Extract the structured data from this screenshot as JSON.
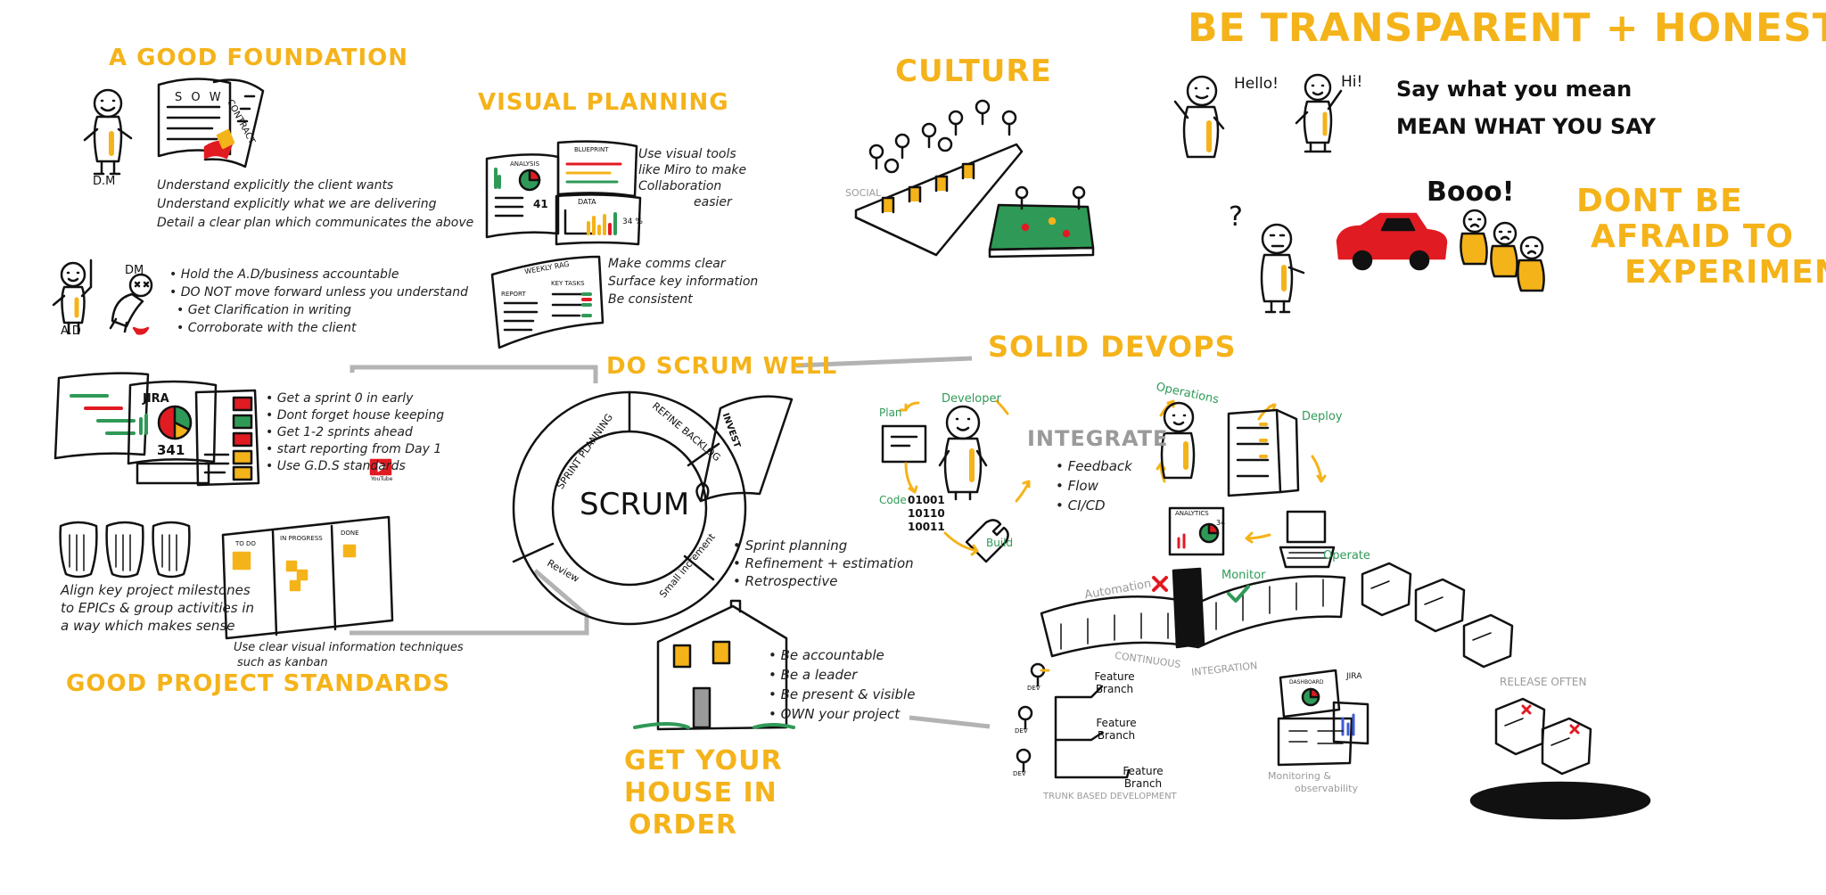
{
  "foundation": {
    "title": "A GOOD FOUNDATION",
    "sow_label": "S O W",
    "contract_label": "CONTRACT",
    "dm_label": "D.M",
    "lines": [
      "Understand explicitly the client wants",
      "Understand explicitly what we are delivering",
      "Detail a clear plan which communicates the above"
    ],
    "ad_label": "A.D",
    "dm_label_2": "DM",
    "bullets": [
      "• Hold the A.D/business accountable",
      "• DO NOT move forward unless you understand",
      "• Get Clarification in writing",
      "• Corroborate with the client"
    ]
  },
  "visual_planning": {
    "title": "VISUAL PLANNING",
    "analysis_label": "ANALYSIS",
    "blueprint_label": "BLUEPRINT",
    "data_label": "DATA",
    "num_41": "41",
    "pct_34": "34 %",
    "note1": [
      "Use visual tools",
      "like Miro to make",
      "Collaboration",
      "easier"
    ],
    "rag_label": "WEEKLY RAG",
    "report_label": "REPORT",
    "key_tasks_label": "KEY TASKS",
    "note2": [
      "Make comms clear",
      "Surface key information",
      "Be consistent"
    ]
  },
  "culture": {
    "title": "CULTURE",
    "social_label": "SOCIAL"
  },
  "transparent": {
    "title": "BE TRANSPARENT + HONEST",
    "hello": "Hello!",
    "hi": "Hi!",
    "line1": "Say what you mean",
    "line2": "MEAN WHAT YOU SAY"
  },
  "experiment": {
    "question": "?",
    "booo": "Booo!",
    "title_lines": [
      "DONT BE",
      "AFRAID TO",
      "EXPERIMENT"
    ]
  },
  "standards": {
    "title": "GOOD PROJECT STANDARDS",
    "jira_label": "JIRA",
    "num_341": "341",
    "bullets": [
      "• Get a sprint 0 in early",
      "• Dont forget house keeping",
      "• Get 1-2 sprints ahead",
      "• start reporting from Day 1",
      "• Use G.D.S standards"
    ],
    "youtube_label": "YouTube",
    "milestones": [
      "Align key project milestones",
      "to EPICs & group activities in",
      "a way which makes sense"
    ],
    "kanban_cols": [
      "TO DO",
      "IN PROGRESS",
      "DONE"
    ],
    "kanban_note": [
      "Use clear visual information techniques",
      "such as kanban"
    ]
  },
  "scrum": {
    "title": "DO SCRUM WELL",
    "center": "SCRUM",
    "segments": [
      "SPRINT PLANNING",
      "REFINE BACKLOG",
      "Small increment",
      "Review"
    ],
    "invest_label": "INVEST",
    "bullets": [
      "• Sprint planning",
      "• Refinement + estimation",
      "• Retrospective"
    ]
  },
  "house": {
    "title_lines": [
      "GET YOUR",
      "HOUSE IN",
      "ORDER"
    ],
    "bullets": [
      "• Be accountable",
      "• Be a leader",
      "• Be present & visible",
      "• OWN your project"
    ]
  },
  "devops": {
    "title": "SOLID DEVOPS",
    "plan": "Plan",
    "developer": "Developer",
    "code": "Code",
    "build": "Build",
    "binary_lines": [
      "01001",
      "10110",
      "10011"
    ],
    "integrate": "INTEGRATE",
    "integrate_bullets": [
      "• Feedback",
      "• Flow",
      "• CI/CD"
    ],
    "operations": "Operations",
    "deploy": "Deploy",
    "operate": "Operate",
    "analytics_label": "ANALYTICS",
    "num_34": "34",
    "automation": "Automation",
    "monitor": "Monitor",
    "continuous": "CONTINUOUS",
    "integration": "INTEGRATION",
    "release_often": "RELEASE OFTEN",
    "dev_label": "DEV",
    "branches": [
      "Feature Branch",
      "Feature Branch",
      "Feature Branch"
    ],
    "trunk": "TRUNK BASED DEVELOPMENT",
    "jira_label": "JIRA",
    "dashboard_label": "DASHBOARD",
    "monitoring": [
      "Monitoring &",
      "observability"
    ]
  },
  "colors": {
    "accent": "#f5b31a",
    "green": "#2f9a57",
    "red": "#e11b22",
    "connector": "#b3b3b3"
  }
}
